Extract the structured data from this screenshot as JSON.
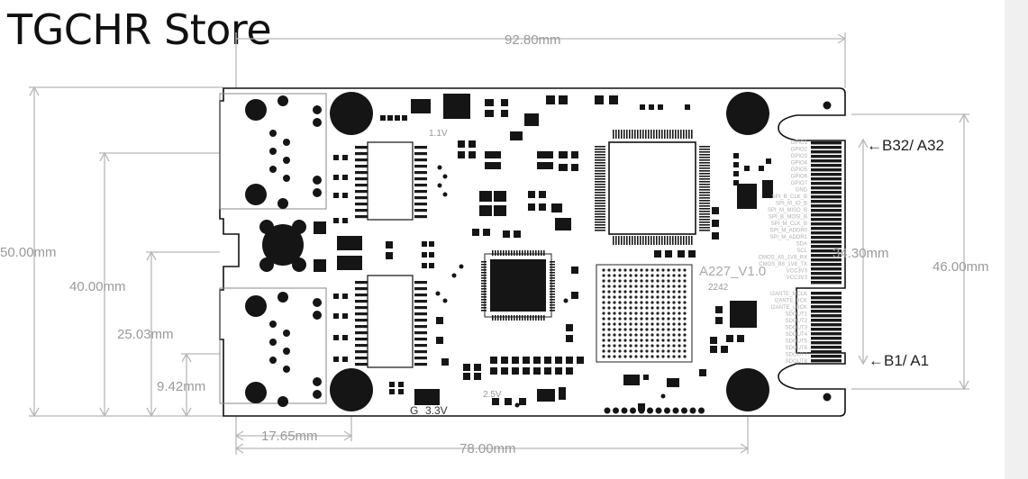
{
  "store": {
    "title": "TGCHR Store"
  },
  "board": {
    "name": "A227_V1.0",
    "code": "2242"
  },
  "dimensions": {
    "width_top": "92.80mm",
    "height_left": "50.00mm",
    "height_40": "40.00mm",
    "height_25": "25.03mm",
    "height_9": "9.42mm",
    "bottom_17": "17.65mm",
    "bottom_78": "78.00mm",
    "right_46": "46.00mm",
    "connector": "34.30mm"
  },
  "pins": {
    "top": "←B32/ A32",
    "bottom": "←B1/ A1"
  },
  "markings": {
    "v11": "1.1V",
    "v25": "2.5V",
    "g": "G",
    "v33": "3.3V"
  },
  "signal_labels_top": [
    "GPIO1",
    "GPIO2",
    "GPIO3",
    "GPIO4",
    "GPIO5",
    "GPIO6",
    "GPIO7",
    "GND",
    "SPI_B_CLK_B",
    "SPI_M_IO_B",
    "SPI_M_MISO_B",
    "SPI_B_MOSI_B",
    "SPI_M_CLK_B",
    "SPI_M_ADDR0",
    "SPI_M_ADDR1",
    "SDA",
    "SCL",
    "CMOS_A5_1V8_RX",
    "CMOS_B8_1V8_TX",
    "VCC3V3",
    "VCC3V3"
  ],
  "signal_labels_bottom": [
    "I2ANTE_MCLK",
    "I2ANTE_BCK",
    "I2ANTE_LRCK",
    "SDOUT1",
    "SDOUT2",
    "SDOUT3",
    "SDOUT4",
    "SDOUT5",
    "SDOUT6",
    "SDOUT7",
    "SDOUT8"
  ]
}
